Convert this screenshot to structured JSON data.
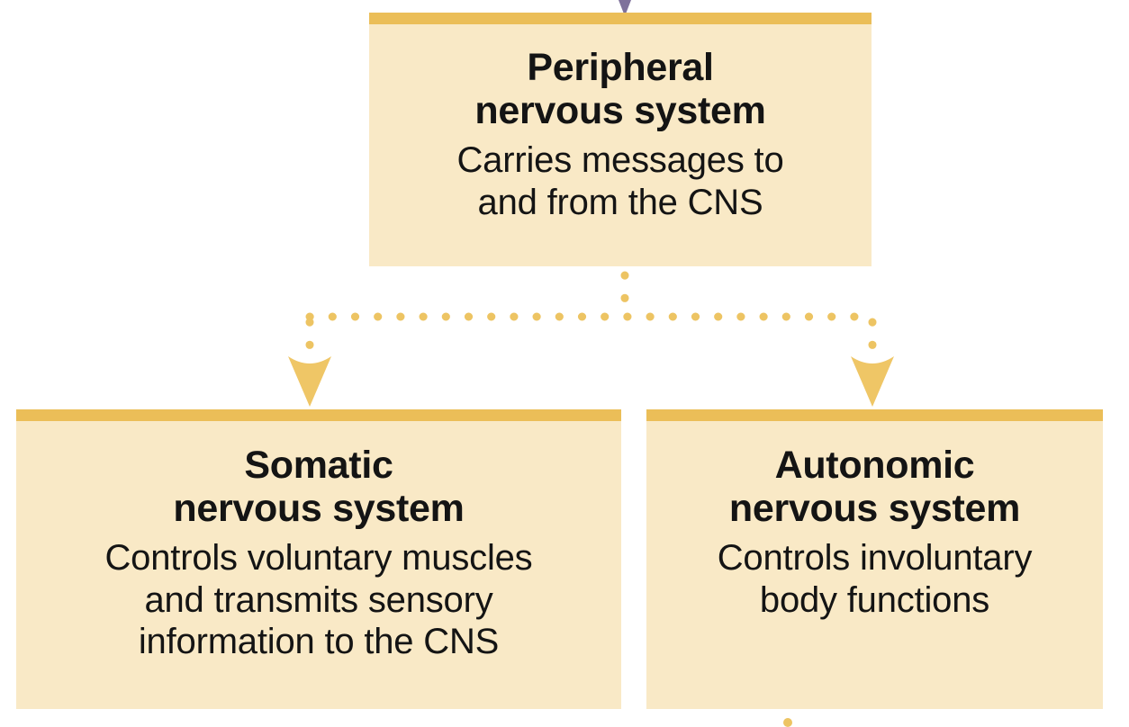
{
  "diagram": {
    "title_semantic": "peripheral-nervous-system-hierarchy",
    "background_color": "#ffffff",
    "box_fill_color": "#F9E9C6",
    "box_bar_color": "#EBBE58",
    "connector_color": "#EDC463",
    "inbound_arrow_color": "#7E719B",
    "text_color": "#141414"
  },
  "nodes": {
    "peripheral": {
      "title": "Peripheral\nnervous system",
      "description": "Carries messages to\nand from the CNS"
    },
    "somatic": {
      "title": "Somatic\nnervous system",
      "description": "Controls voluntary muscles\nand transmits sensory\ninformation to the CNS"
    },
    "autonomic": {
      "title": "Autonomic\nnervous system",
      "description": "Controls involuntary\nbody functions"
    }
  },
  "connectors": [
    {
      "name": "inbound-arrow-to-peripheral",
      "style": "solid-arrowhead",
      "color": "#7E719B",
      "from": "above (off-screen)",
      "to": "peripheral"
    },
    {
      "name": "peripheral-to-branches",
      "style": "dotted",
      "color": "#EDC463",
      "from": "peripheral",
      "to": [
        "somatic",
        "autonomic"
      ]
    },
    {
      "name": "autonomic-continues-below",
      "style": "dotted",
      "color": "#EDC463",
      "from": "autonomic",
      "to": "below (off-screen)"
    }
  ]
}
